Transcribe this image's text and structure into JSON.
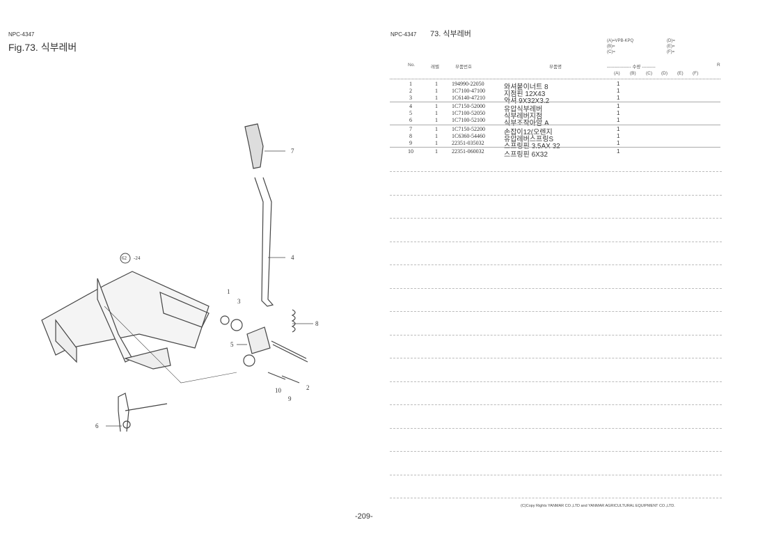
{
  "left": {
    "code": "NPC-4347",
    "title": "Fig.73.  식부레버"
  },
  "right": {
    "code": "NPC-4347",
    "title": "73.  식부레버",
    "models": {
      "a": "(A)=VPB-KPQ",
      "b": "(B)=",
      "c": "(C)=",
      "d": "(D)=",
      "e": "(E)=",
      "f": "(F)="
    },
    "headers": {
      "no": "No.",
      "level": "레벨",
      "part_no": "부품번호",
      "part_name": "부품명",
      "qty": "---------------- 수량 ---------",
      "r": "R",
      "cols": [
        "(A)",
        "(B)",
        "(C)",
        "(D)",
        "(E)",
        "(F)"
      ]
    },
    "rows": [
      {
        "no": "1",
        "level": "1",
        "part_no": "194990-22050",
        "name": "와셔붙이너트 8",
        "qty": "1"
      },
      {
        "no": "2",
        "level": "1",
        "part_no": "1C7100-47100",
        "name": "지점핀 12X43",
        "qty": "1"
      },
      {
        "no": "3",
        "level": "1",
        "part_no": "1C6140-47210",
        "name": "와셔 9X32X3.2",
        "qty": "1"
      },
      {
        "no": "4",
        "level": "1",
        "part_no": "1C7150-52000",
        "name": "유압식부레버",
        "qty": "1"
      },
      {
        "no": "5",
        "level": "1",
        "part_no": "1C7100-52050",
        "name": "식부레버지점",
        "qty": "1"
      },
      {
        "no": "6",
        "level": "1",
        "part_no": "1C7100-52100",
        "name": "식부조작아암 A",
        "qty": "1"
      },
      {
        "no": "7",
        "level": "1",
        "part_no": "1C7150-52200",
        "name": "손잡이12(오렌지",
        "qty": "1"
      },
      {
        "no": "8",
        "level": "1",
        "part_no": "1C6360-54460",
        "name": "유압레버스프링S",
        "qty": "1"
      },
      {
        "no": "9",
        "level": "1",
        "part_no": "22351-035032",
        "name": "스프링핀 3.5AX 32",
        "qty": "1"
      },
      {
        "no": "10",
        "level": "1",
        "part_no": "22351-060032",
        "name": "스프링핀 6X32",
        "qty": "1"
      }
    ]
  },
  "diagram": {
    "callouts": [
      "7",
      "4",
      "1",
      "3",
      "8",
      "5",
      "2",
      "10",
      "9",
      "6",
      "62",
      "-24"
    ]
  },
  "footer": {
    "copyright": "(C)Copy Rights  YANMAR CO.,LTD and YANMAR AGRICULTURAL EQUIPMENT CO.,LTD.",
    "page": "-209-"
  }
}
